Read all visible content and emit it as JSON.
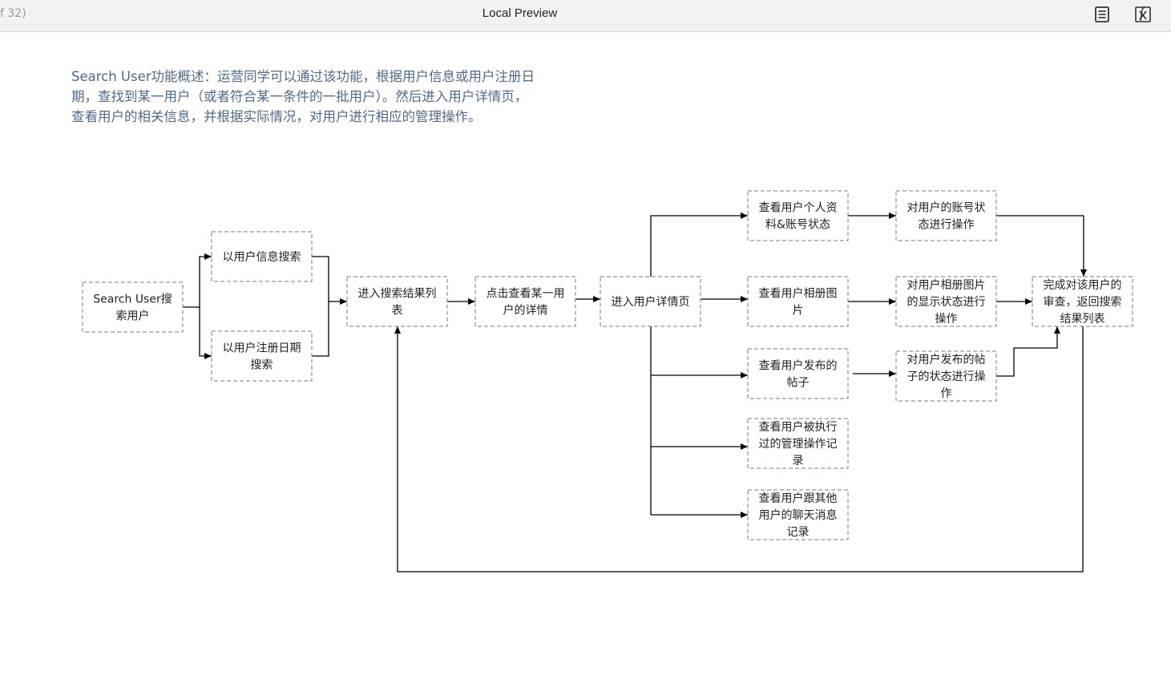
{
  "titlebar": {
    "page_indicator": "f 32)",
    "title": "Local Preview",
    "icons": [
      "document-list-icon",
      "formula-icon"
    ]
  },
  "description": "Search User功能概述：运营同学可以通过该功能，根据用户信息或用户注册日期，查找到某一用户（或者符合某一条件的一批用户）。然后进入用户详情页，查看用户的相关信息，并根据实际情况，对用户进行相应的管理操作。",
  "diagram": {
    "nodes": [
      {
        "id": "search-user",
        "lines": [
          "Search User搜",
          "索用户"
        ]
      },
      {
        "id": "by-info",
        "lines": [
          "以用户信息搜索"
        ]
      },
      {
        "id": "by-date",
        "lines": [
          "以用户注册日期",
          "搜索"
        ]
      },
      {
        "id": "result-list",
        "lines": [
          "进入搜索结果列",
          "表"
        ]
      },
      {
        "id": "click-user",
        "lines": [
          "点击查看某一用",
          "户的详情"
        ]
      },
      {
        "id": "detail-page",
        "lines": [
          "进入用户详情页"
        ]
      },
      {
        "id": "view-profile",
        "lines": [
          "查看用户个人资",
          "料&账号状态"
        ]
      },
      {
        "id": "view-album",
        "lines": [
          "查看用户相册图",
          "片"
        ]
      },
      {
        "id": "view-posts",
        "lines": [
          "查看用户发布的",
          "帖子"
        ]
      },
      {
        "id": "view-mgmt-log",
        "lines": [
          "查看用户被执行",
          "过的管理操作记",
          "录"
        ]
      },
      {
        "id": "view-chat",
        "lines": [
          "查看用户跟其他",
          "用户的聊天消息",
          "记录"
        ]
      },
      {
        "id": "op-account",
        "lines": [
          "对用户的账号状",
          "态进行操作"
        ]
      },
      {
        "id": "op-album",
        "lines": [
          "对用户相册图片",
          "的显示状态进行",
          "操作"
        ]
      },
      {
        "id": "op-posts",
        "lines": [
          "对用户发布的帖",
          "子的状态进行操",
          "作"
        ]
      },
      {
        "id": "finish-review",
        "lines": [
          "完成对该用户的",
          "审查，返回搜索",
          "结果列表"
        ]
      }
    ]
  }
}
